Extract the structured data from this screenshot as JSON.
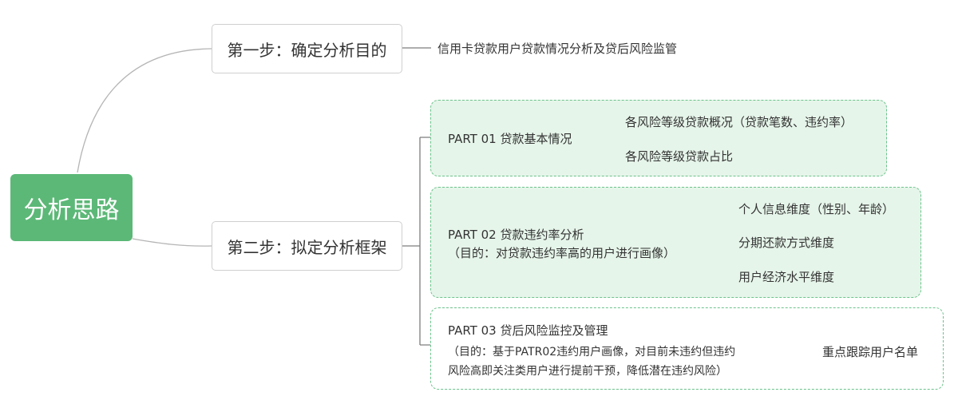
{
  "root": {
    "label": "分析思路"
  },
  "step1": {
    "label": "第一步：确定分析目的",
    "leaf": "信用卡贷款用户贷款情况分析及贷后风险监管"
  },
  "step2": {
    "label": "第二步：拟定分析框架",
    "parts": [
      {
        "title": "PART 01 贷款基本情况",
        "leaves": [
          "各风险等级贷款概况（贷款笔数、违约率）",
          "各风险等级贷款占比"
        ]
      },
      {
        "title": "PART 02  贷款违约率分析",
        "note": "（目的：对贷款违约率高的用户进行画像）",
        "leaves": [
          "个人信息维度（性别、年龄）",
          "分期还款方式维度",
          "用户经济水平维度"
        ]
      },
      {
        "title": "PART 03 贷后风险监控及管理",
        "note_line1": "（目的：基于PATR02违约用户画像，对目前未违约但违约",
        "note_line2": "风险高即关注类用户进行提前干预，降低潜在违约风险）",
        "leaf": "重点跟踪用户名单"
      }
    ]
  },
  "colors": {
    "root_fill": "#5cb877",
    "part_fill": "#e6f5ea",
    "part_border": "#6cc38c",
    "connector": "#9a9a9a",
    "step_border": "#cfcfcf"
  }
}
